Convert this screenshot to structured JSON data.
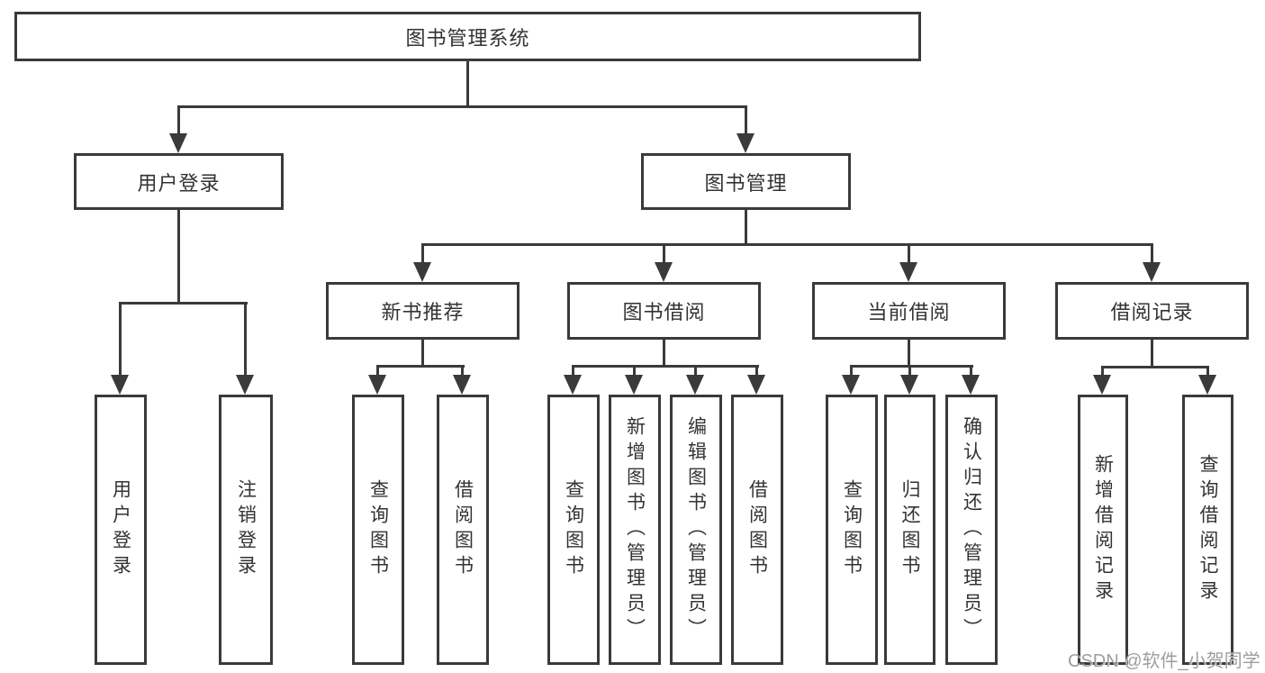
{
  "diagram": {
    "nodes": {
      "root": "图书管理系统",
      "user_login": "用户登录",
      "book_mgmt": "图书管理",
      "new_book_rec": "新书推荐",
      "book_borrow": "图书借阅",
      "current_borrow": "当前借阅",
      "borrow_records": "借阅记录"
    },
    "leaves": {
      "user_login": [
        "用户登录",
        "注销登录"
      ],
      "new_book_rec": [
        "查询图书",
        "借阅图书"
      ],
      "book_borrow": [
        "查询图书",
        "新增图书（管理员）",
        "编辑图书（管理员）",
        "借阅图书"
      ],
      "current_borrow": [
        "查询图书",
        "归还图书",
        "确认归还（管理员）"
      ],
      "borrow_records": [
        "新增借阅记录",
        "查询借阅记录"
      ]
    }
  },
  "watermark": "CSDN @软件_小贺同学",
  "colors": {
    "line": "#3a3a3a",
    "text": "#333333",
    "watermark": "#9e9e9e",
    "background": "#ffffff"
  }
}
